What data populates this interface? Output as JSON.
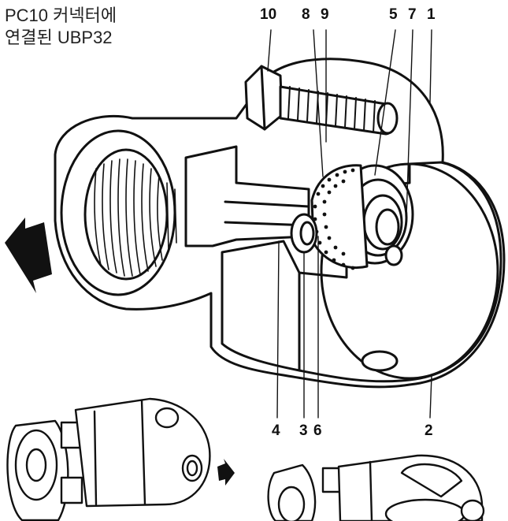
{
  "caption": {
    "line1": "PC10 커넥터에",
    "line2": "연결된 UBP32"
  },
  "callouts": {
    "n10": "10",
    "n8": "8",
    "n9": "9",
    "n5": "5",
    "n7": "7",
    "n1": "1",
    "n4": "4",
    "n3": "3",
    "n6": "6",
    "n2": "2"
  }
}
